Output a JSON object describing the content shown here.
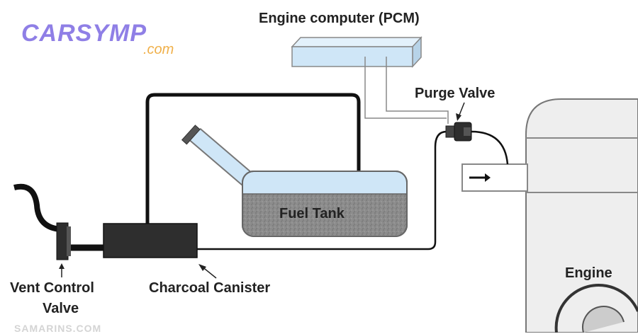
{
  "logo": {
    "main": "CARSYMP",
    "sub": ".com",
    "main_color": "#8f7fe6",
    "sub_color": "#f0b04a"
  },
  "watermark": "SAMARINS.COM",
  "labels": {
    "pcm": "Engine computer (PCM)",
    "purge_valve": "Purge Valve",
    "fuel_tank": "Fuel Tank",
    "engine": "Engine",
    "vent_line1": "Vent Control",
    "vent_line2": "Valve",
    "canister": "Charcoal Canister"
  },
  "colors": {
    "pcm_box": "#cfe6f7",
    "fuel_liquid": "#8a8a8a",
    "tank_air": "#cfe6f7",
    "engine_block": "#eeeeee",
    "canister": "#2e2e2e"
  }
}
